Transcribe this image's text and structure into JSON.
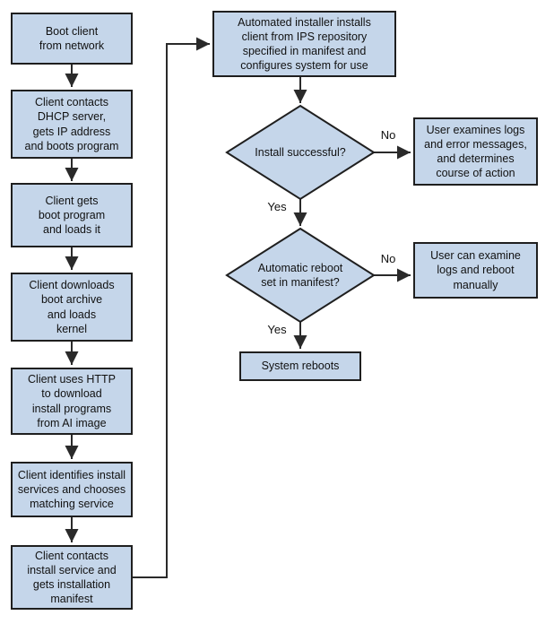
{
  "colors": {
    "background": "#ffffff",
    "node_fill": "#c5d6ea",
    "node_border": "#1f1f1f",
    "line": "#2a2a2a",
    "text": "#111111"
  },
  "flow": {
    "steps": {
      "boot_client": "Boot client\nfrom network",
      "dhcp": "Client contacts\nDHCP server,\ngets IP address\nand boots program",
      "boot_program": "Client gets\nboot program\nand loads it",
      "boot_archive": "Client downloads\nboot archive\nand loads\nkernel",
      "http_download": "Client uses HTTP\nto download\ninstall programs\nfrom AI image",
      "identify_services": "Client identifies install\nservices and chooses\nmatching service",
      "contact_service": "Client contacts\ninstall service and\ngets installation\nmanifest",
      "automated_install": "Automated installer installs\nclient from IPS repository\nspecified in manifest and\nconfigures system for use",
      "system_reboots": "System reboots"
    },
    "decisions": {
      "install_successful": "Install successful?",
      "automatic_reboot": "Automatic reboot\nset in manifest?"
    },
    "outcomes": {
      "install_failed": "User examines logs\nand error messages,\nand determines\ncourse of action",
      "manual_reboot": "User can examine\nlogs and reboot\nmanually"
    },
    "edge_labels": {
      "install_no": "No",
      "install_yes": "Yes",
      "reboot_no": "No",
      "reboot_yes": "Yes"
    }
  }
}
